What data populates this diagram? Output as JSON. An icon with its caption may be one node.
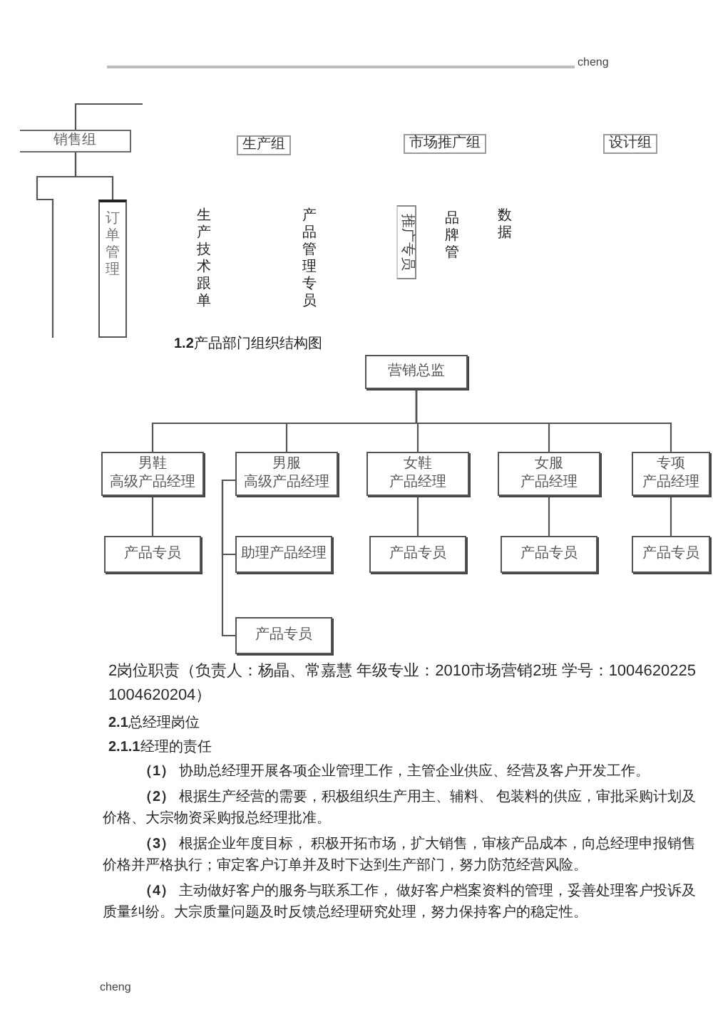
{
  "diagram": {
    "nodes": [
      {
        "text": [
          "销售组"
        ]
      },
      {
        "text": [
          "生产组"
        ]
      },
      {
        "text": [
          "市场推广组"
        ]
      },
      {
        "text": [
          "设计组"
        ]
      },
      {
        "text": [
          "订单管理"
        ]
      },
      {
        "text": [
          "推广专员"
        ]
      },
      {
        "text": [
          "营销总监"
        ]
      },
      {
        "text": [
          "男鞋",
          "高级产品经理"
        ]
      },
      {
        "text": [
          "男服",
          "高级产品经理"
        ]
      },
      {
        "text": [
          "女鞋",
          "产品经理"
        ]
      },
      {
        "text": [
          "女服",
          "产品经理"
        ]
      },
      {
        "text": [
          "专项",
          "产品经理"
        ]
      },
      {
        "text": [
          "产品专员"
        ]
      },
      {
        "text": [
          "助理产品经理"
        ]
      },
      {
        "text": [
          "产品专员"
        ]
      },
      {
        "text": [
          "产品专员"
        ]
      },
      {
        "text": [
          "产品专员"
        ]
      },
      {
        "text": [
          "产品专员"
        ]
      }
    ],
    "edges": [
      {
        "from": null,
        "to": 0,
        "arrow": "none"
      },
      {
        "from": 0,
        "to": 4,
        "arrow": "none"
      },
      {
        "from": 0,
        "to": null,
        "arrow": "none"
      },
      {
        "from": 6,
        "to": 7,
        "arrow": "none"
      },
      {
        "from": 6,
        "to": 8,
        "arrow": "none"
      },
      {
        "from": 6,
        "to": 9,
        "arrow": "none"
      },
      {
        "from": 6,
        "to": 10,
        "arrow": "none"
      },
      {
        "from": 6,
        "to": 11,
        "arrow": "none"
      },
      {
        "from": 7,
        "to": 12,
        "arrow": "none"
      },
      {
        "from": 8,
        "to": 13,
        "arrow": "none"
      },
      {
        "from": 8,
        "to": 17,
        "arrow": "none"
      },
      {
        "from": 9,
        "to": 14,
        "arrow": "none"
      },
      {
        "from": 10,
        "to": 15,
        "arrow": "none"
      },
      {
        "from": 11,
        "to": 16,
        "arrow": "none"
      }
    ],
    "labels": [
      "cheng",
      "生产技术跟单",
      "产品管理专员",
      "品牌管",
      "数据",
      "**1.2**产品部门组织结构图",
      "2岗位职责（负责人：杨晶、常嘉慧 年级专业：2010市场营销2班 学号：1004620225 1004620204）",
      "**2.1**总经理岗位",
      "**2.1.1**经理的责任",
      "**（1）** 协助总经理开展各项企业管理工作，主管企业供应、经营及客户开发工作。",
      "**（2）** 根据生产经营的需要，积极组织生产用主、辅料、 包装料的供应，审批采购计划及价格、大宗物资采购报总经理批准。",
      "**（3）** 根据企业年度目标， 积极开拓市场，扩大销售，审核产品成本，向总经理申报销售价格并严格执行；审定客户订单并及时下达到生产部门，努力防范经营风险。",
      "**（4）** 主动做好客户的服务与联系工作， 做好客户档案资料的管理，妥善处理客户投诉及质量纠纷。大宗质量问题及时反馈总经理研究处理，努力保持客户的稳定性。",
      "cheng"
    ]
  }
}
